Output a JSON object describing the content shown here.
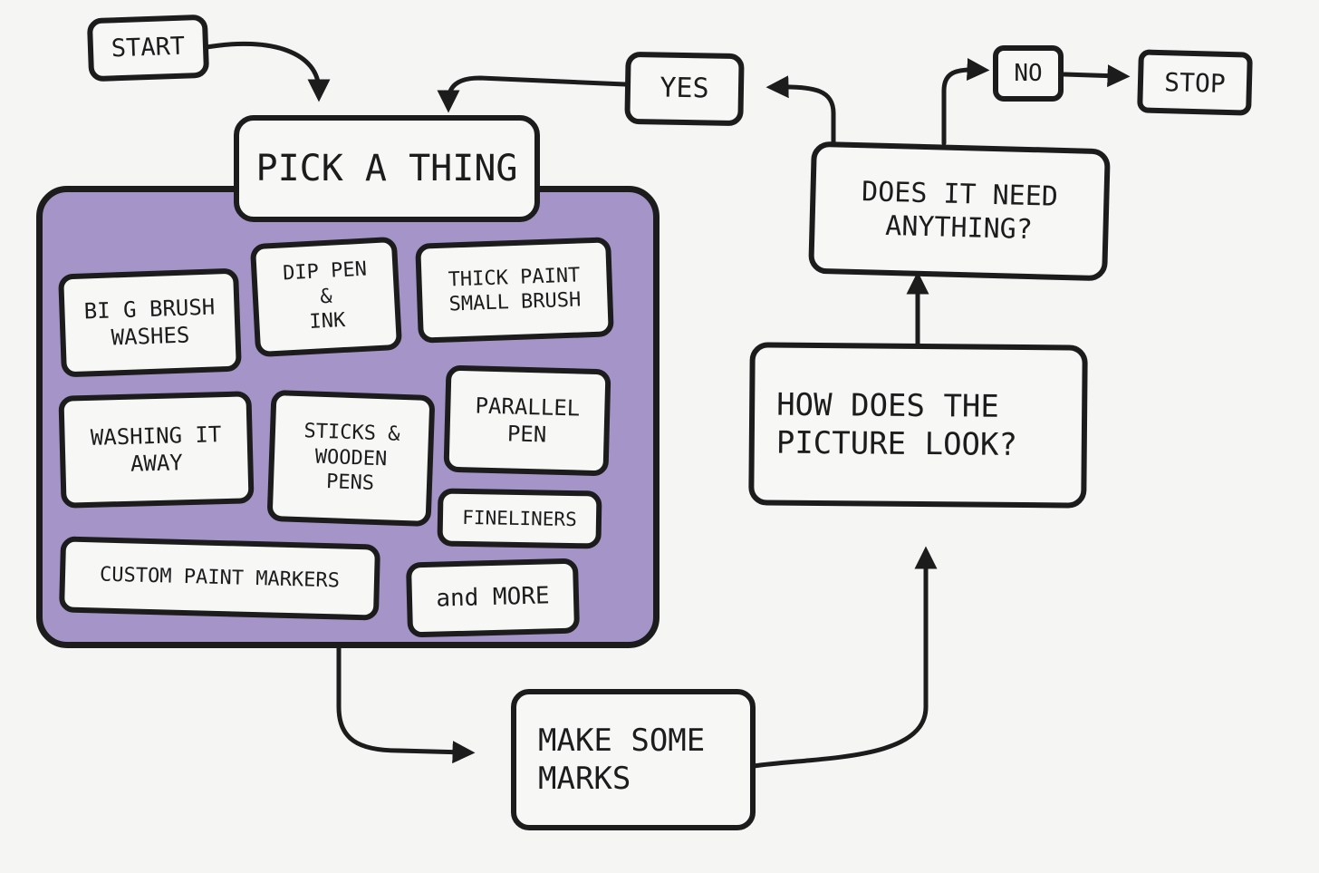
{
  "colors": {
    "ink": "#1c1c1c",
    "paper": "#f5f5f3",
    "tool_group_fill": "#a594c8"
  },
  "nodes": {
    "start": "START",
    "pick": "PiCK A THiNG",
    "tools": [
      "Bi G BRUSH\nWASHES",
      "DiP PEN\n&\niNK",
      "THiCK PAiNT\nSMALL BRUSH",
      "WASHiNG iT\nAWAY",
      "STiCKS &\nWOODEN\nPENS",
      "PARALLEL\nPEN",
      "FiNELiNERS",
      "CUSTOM PAiNT MARKERS",
      "and MORE"
    ],
    "make": "MAKE SOME\nMARKS",
    "look": "HOW DOES THE\nPiCTURE LOOK?",
    "need": "DOES iT NEED\nANYTHiNG?",
    "yes": "YES",
    "no": "NO",
    "stop": "STOP"
  }
}
